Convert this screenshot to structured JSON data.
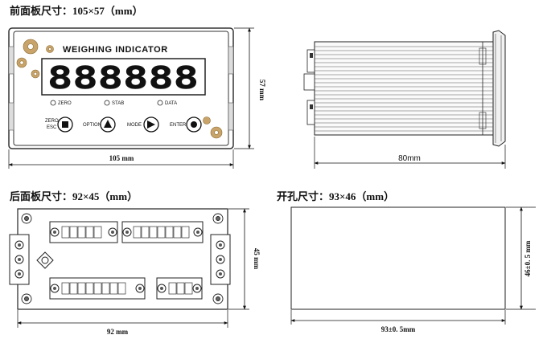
{
  "front": {
    "title": "前面板尺寸：105×57（mm）",
    "brand": "WEIGHING INDICATOR",
    "display": "888888",
    "indicators": [
      "ZERO",
      "STAB",
      "DATA"
    ],
    "buttons": [
      {
        "label_top": "ZERO",
        "label_bottom": "ESC"
      },
      {
        "label_top": "OPTION",
        "label_bottom": ""
      },
      {
        "label_top": "MODE",
        "label_bottom": ""
      },
      {
        "label_top": "ENTER",
        "label_bottom": ""
      }
    ],
    "width_label": "105 mm",
    "height_label": "57 mm"
  },
  "side": {
    "depth_label": "80mm"
  },
  "rear": {
    "title": "后面板尺寸：92×45（mm）",
    "width_label": "92 mm",
    "height_label": "45 mm"
  },
  "cutout": {
    "title": "开孔尺寸：93×46（mm）",
    "width_label": "93±0. 5mm",
    "height_label": "46±0. 5 mm"
  }
}
